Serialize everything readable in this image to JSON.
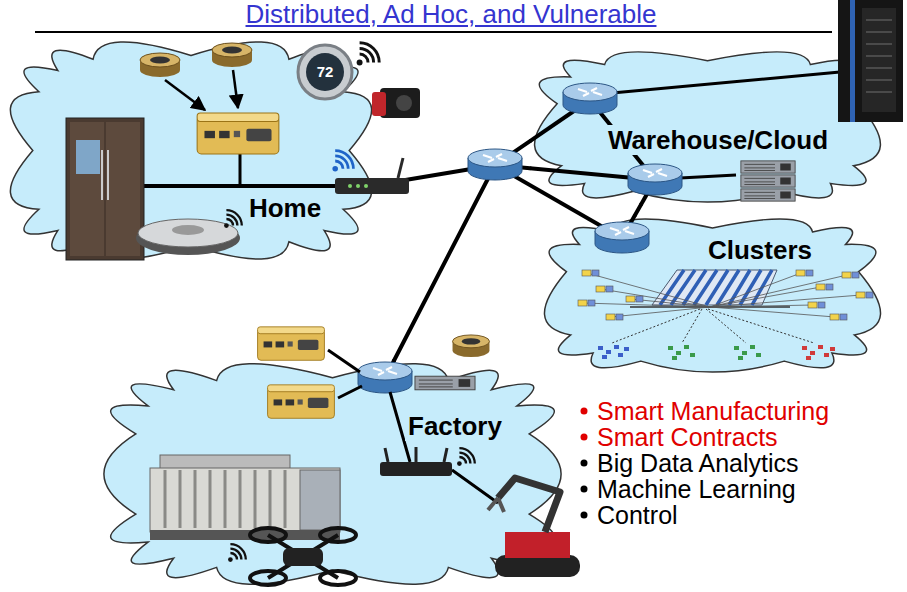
{
  "diagram": {
    "title": "Distributed, Ad Hoc, and Vulnerable",
    "nodes": [
      {
        "text": [
          "Home"
        ]
      },
      {
        "text": [
          "Warehouse/Cloud"
        ]
      },
      {
        "text": [
          "Clusters"
        ]
      },
      {
        "text": [
          "Factory"
        ]
      }
    ],
    "edges": [
      {
        "from": 0,
        "to": 1,
        "arrow": "none"
      },
      {
        "from": 3,
        "to": 1,
        "arrow": "none"
      },
      {
        "from": 1,
        "to": 2,
        "arrow": "none"
      }
    ],
    "labels": [
      "72",
      "Smart Manufacturing",
      "Smart Contracts",
      "Big Data Analytics",
      "Machine Learning",
      "Control"
    ]
  }
}
